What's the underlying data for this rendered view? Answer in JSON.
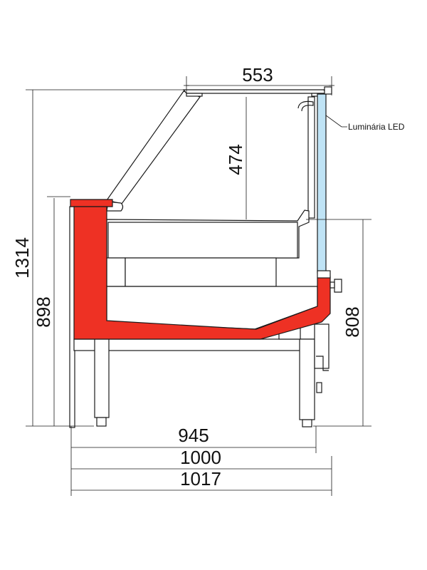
{
  "colors": {
    "base_frame": "#ee3124",
    "glass_panel": "#bfe3f5",
    "line": "#1a1a1a"
  },
  "dimensions": {
    "top_width": "553",
    "glass_height": "474",
    "total_height": "1314",
    "counter_height": "898",
    "rear_height": "808",
    "depth_945": "945",
    "depth_1000": "1000",
    "depth_1017": "1017"
  },
  "labels": {
    "led_light": "Luminária LED"
  }
}
